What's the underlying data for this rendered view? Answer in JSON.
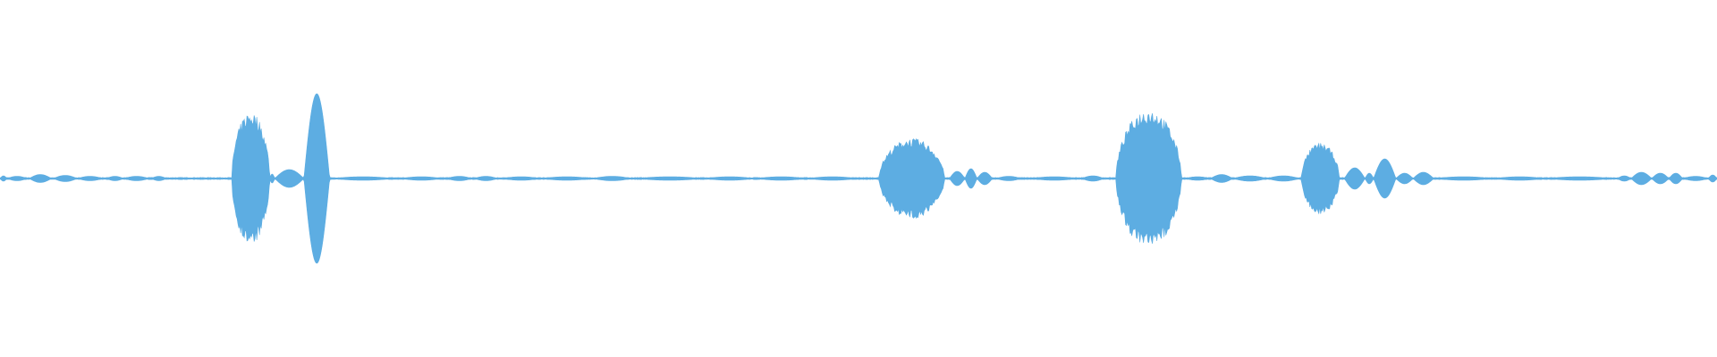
{
  "waveform": {
    "color": "#5DADE2",
    "background": "#FFFFFF",
    "baseline_level": 0.012,
    "segments": [
      {
        "start": 0.0,
        "end": 0.004,
        "peak": 0.03
      },
      {
        "start": 0.004,
        "end": 0.016,
        "peak": 0.025
      },
      {
        "start": 0.017,
        "end": 0.03,
        "peak": 0.045
      },
      {
        "start": 0.031,
        "end": 0.045,
        "peak": 0.035
      },
      {
        "start": 0.045,
        "end": 0.06,
        "peak": 0.025
      },
      {
        "start": 0.062,
        "end": 0.072,
        "peak": 0.025
      },
      {
        "start": 0.072,
        "end": 0.087,
        "peak": 0.025
      },
      {
        "start": 0.088,
        "end": 0.097,
        "peak": 0.025
      },
      {
        "start": 0.135,
        "end": 0.157,
        "peak": 0.75,
        "noisy": true
      },
      {
        "start": 0.157,
        "end": 0.16,
        "peak": 0.05
      },
      {
        "start": 0.16,
        "end": 0.177,
        "peak": 0.1
      },
      {
        "start": 0.177,
        "end": 0.192,
        "peak": 0.95
      },
      {
        "start": 0.193,
        "end": 0.23,
        "peak": 0.02
      },
      {
        "start": 0.233,
        "end": 0.258,
        "peak": 0.02
      },
      {
        "start": 0.26,
        "end": 0.275,
        "peak": 0.025
      },
      {
        "start": 0.276,
        "end": 0.29,
        "peak": 0.025
      },
      {
        "start": 0.292,
        "end": 0.315,
        "peak": 0.02
      },
      {
        "start": 0.315,
        "end": 0.345,
        "peak": 0.02
      },
      {
        "start": 0.345,
        "end": 0.368,
        "peak": 0.025
      },
      {
        "start": 0.37,
        "end": 0.41,
        "peak": 0.02
      },
      {
        "start": 0.41,
        "end": 0.44,
        "peak": 0.02
      },
      {
        "start": 0.44,
        "end": 0.47,
        "peak": 0.02
      },
      {
        "start": 0.47,
        "end": 0.5,
        "peak": 0.02
      },
      {
        "start": 0.512,
        "end": 0.55,
        "peak": 0.45,
        "noisy": true
      },
      {
        "start": 0.553,
        "end": 0.562,
        "peak": 0.08
      },
      {
        "start": 0.562,
        "end": 0.569,
        "peak": 0.11
      },
      {
        "start": 0.569,
        "end": 0.578,
        "peak": 0.07
      },
      {
        "start": 0.58,
        "end": 0.595,
        "peak": 0.025
      },
      {
        "start": 0.6,
        "end": 0.628,
        "peak": 0.02
      },
      {
        "start": 0.63,
        "end": 0.643,
        "peak": 0.03
      },
      {
        "start": 0.65,
        "end": 0.688,
        "peak": 0.78,
        "noisy": true
      },
      {
        "start": 0.69,
        "end": 0.705,
        "peak": 0.02
      },
      {
        "start": 0.705,
        "end": 0.718,
        "peak": 0.045
      },
      {
        "start": 0.718,
        "end": 0.738,
        "peak": 0.03
      },
      {
        "start": 0.738,
        "end": 0.757,
        "peak": 0.03
      },
      {
        "start": 0.758,
        "end": 0.78,
        "peak": 0.4,
        "noisy": true
      },
      {
        "start": 0.783,
        "end": 0.795,
        "peak": 0.12
      },
      {
        "start": 0.795,
        "end": 0.8,
        "peak": 0.06
      },
      {
        "start": 0.8,
        "end": 0.813,
        "peak": 0.22
      },
      {
        "start": 0.813,
        "end": 0.823,
        "peak": 0.06
      },
      {
        "start": 0.823,
        "end": 0.835,
        "peak": 0.07
      },
      {
        "start": 0.835,
        "end": 0.87,
        "peak": 0.02
      },
      {
        "start": 0.87,
        "end": 0.9,
        "peak": 0.02
      },
      {
        "start": 0.9,
        "end": 0.94,
        "peak": 0.02
      },
      {
        "start": 0.942,
        "end": 0.95,
        "peak": 0.03
      },
      {
        "start": 0.95,
        "end": 0.962,
        "peak": 0.07
      },
      {
        "start": 0.962,
        "end": 0.972,
        "peak": 0.06
      },
      {
        "start": 0.972,
        "end": 0.98,
        "peak": 0.06
      },
      {
        "start": 0.98,
        "end": 0.995,
        "peak": 0.025
      },
      {
        "start": 0.995,
        "end": 1.0,
        "peak": 0.04
      }
    ]
  }
}
